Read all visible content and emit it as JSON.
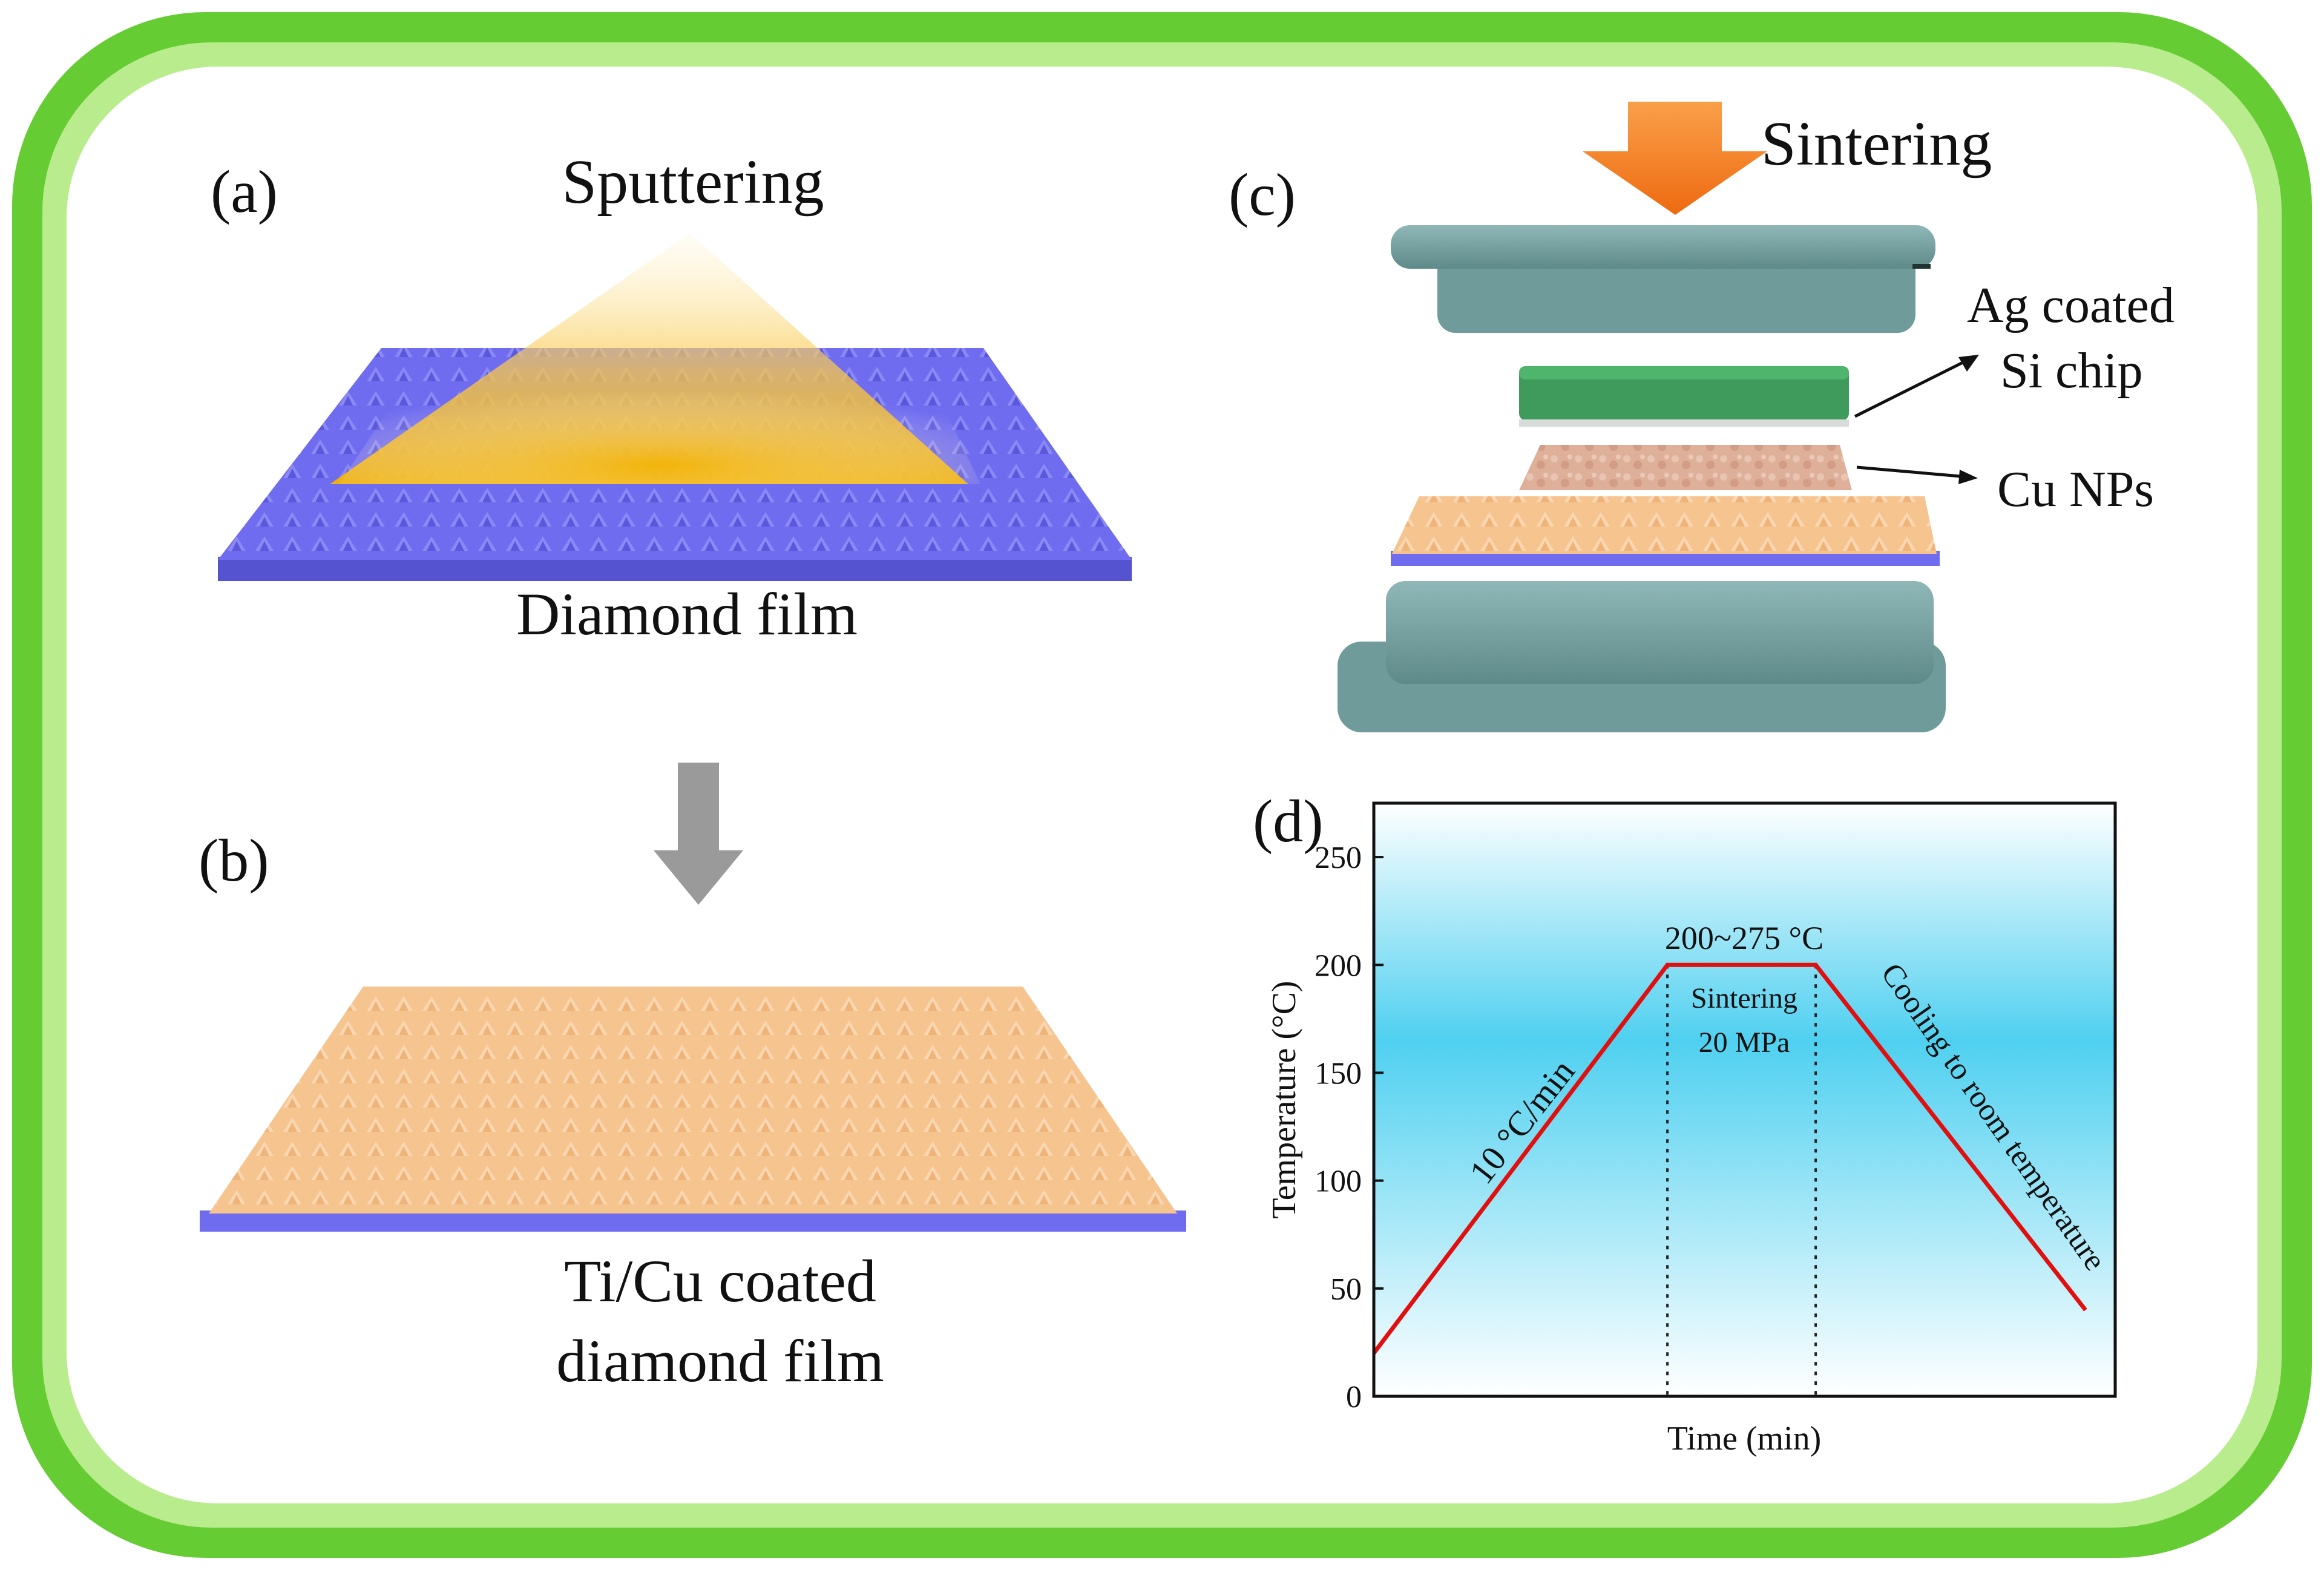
{
  "panels": {
    "a": {
      "tag": "(a)",
      "top_label": "Sputtering",
      "bottom_label": "Diamond film"
    },
    "b": {
      "tag": "(b)",
      "label_line1": "Ti/Cu coated",
      "label_line2": "diamond film"
    },
    "c": {
      "tag": "(c)",
      "press_label": "Sintering",
      "chip_label_line1": "Ag coated",
      "chip_label_line2": "Si chip",
      "np_label": "Cu NPs"
    },
    "d": {
      "tag": "(d)"
    }
  },
  "colors": {
    "frame_green": "#66cc33",
    "diamond_blue": "#6f6cf0",
    "coating_orange": "#f6c48f",
    "sputter_gold": "#f5b400",
    "die_gray": "#6f9b9b",
    "chip_green": "#3f9b5c",
    "np_pink": "#deb09a",
    "press_arrow": "#f07a1a",
    "process_arrow": "#9a9a9a",
    "profile_line": "#e01010",
    "plot_bg": "#4fd0f0"
  },
  "chart_data": {
    "type": "line",
    "title": "",
    "xlabel": "Time (min)",
    "ylabel": "Temperature (°C)",
    "ylim": [
      0,
      275
    ],
    "yticks": [
      0,
      50,
      100,
      150,
      200,
      250
    ],
    "x_ticks_shown": false,
    "grid": false,
    "series": [
      {
        "x": [
          0,
          39.6,
          59.6,
          96
        ],
        "y": [
          20,
          200,
          200,
          40
        ]
      }
    ],
    "stage_boundaries_x": [
      39.6,
      59.6
    ],
    "annotations": {
      "ramp": "10 °C/min",
      "plateau": "200~275 °C",
      "hold_line1": "Sintering",
      "hold_line2": "20 MPa",
      "cooling": "Cooling to room temperature"
    }
  }
}
